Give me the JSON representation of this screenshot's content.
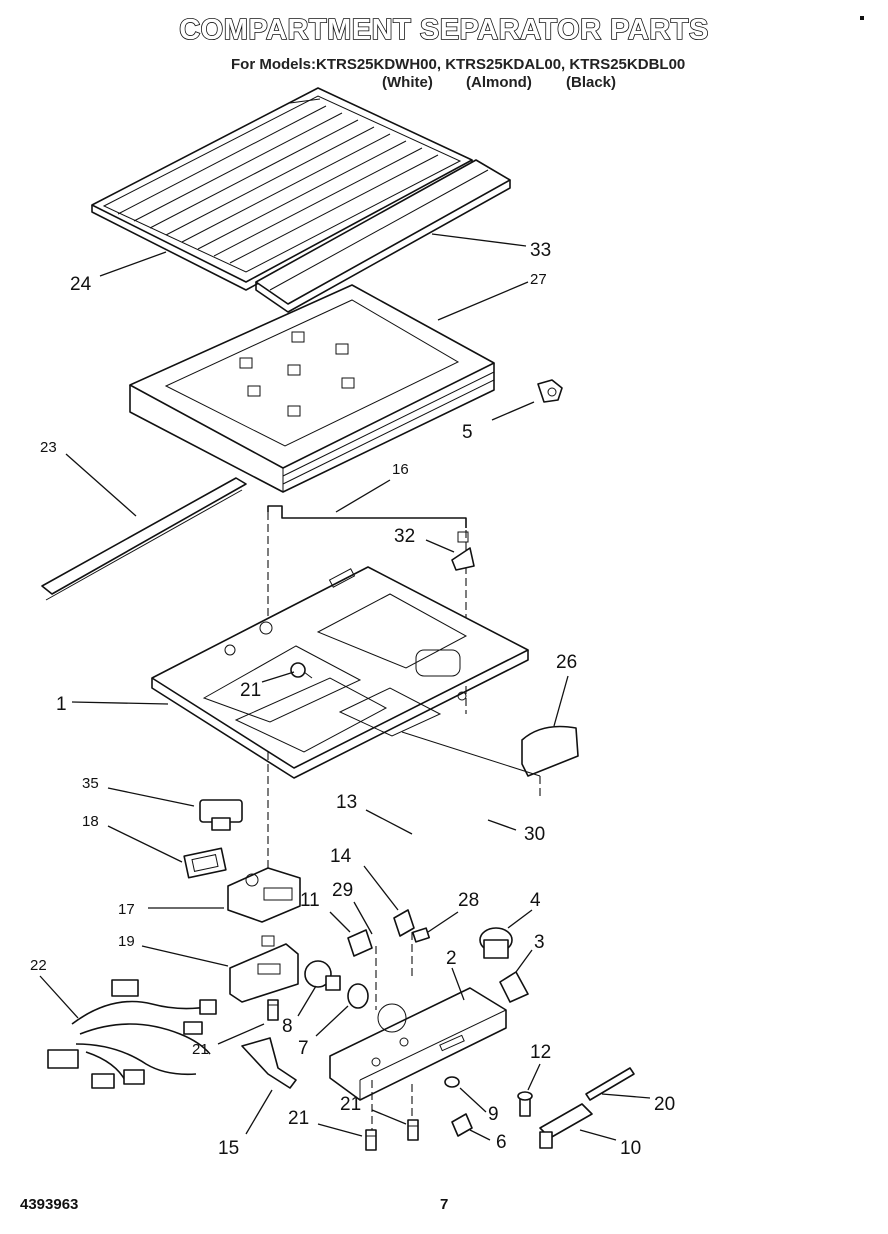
{
  "header": {
    "title": "COMPARTMENT SEPARATOR PARTS",
    "models_line": "For Models:KTRS25KDWH00, KTRS25KDAL00, KTRS25KDBL00",
    "variants": [
      "(White)",
      "(Almond)",
      "(Black)"
    ]
  },
  "callouts": {
    "c1": "1",
    "c2": "2",
    "c3": "3",
    "c4": "4",
    "c5": "5",
    "c6": "6",
    "c7": "7",
    "c8": "8",
    "c9": "9",
    "c10": "10",
    "c11": "11",
    "c12": "12",
    "c13": "13",
    "c14": "14",
    "c15": "15",
    "c16": "16",
    "c17": "17",
    "c18": "18",
    "c19": "19",
    "c20": "20",
    "c21": "21",
    "c22": "22",
    "c23": "23",
    "c24": "24",
    "c26": "26",
    "c27": "27",
    "c28": "28",
    "c29": "29",
    "c30": "30",
    "c32": "32",
    "c33": "33",
    "c35": "35"
  },
  "footer": {
    "doc_number": "4393963",
    "page": "7"
  }
}
